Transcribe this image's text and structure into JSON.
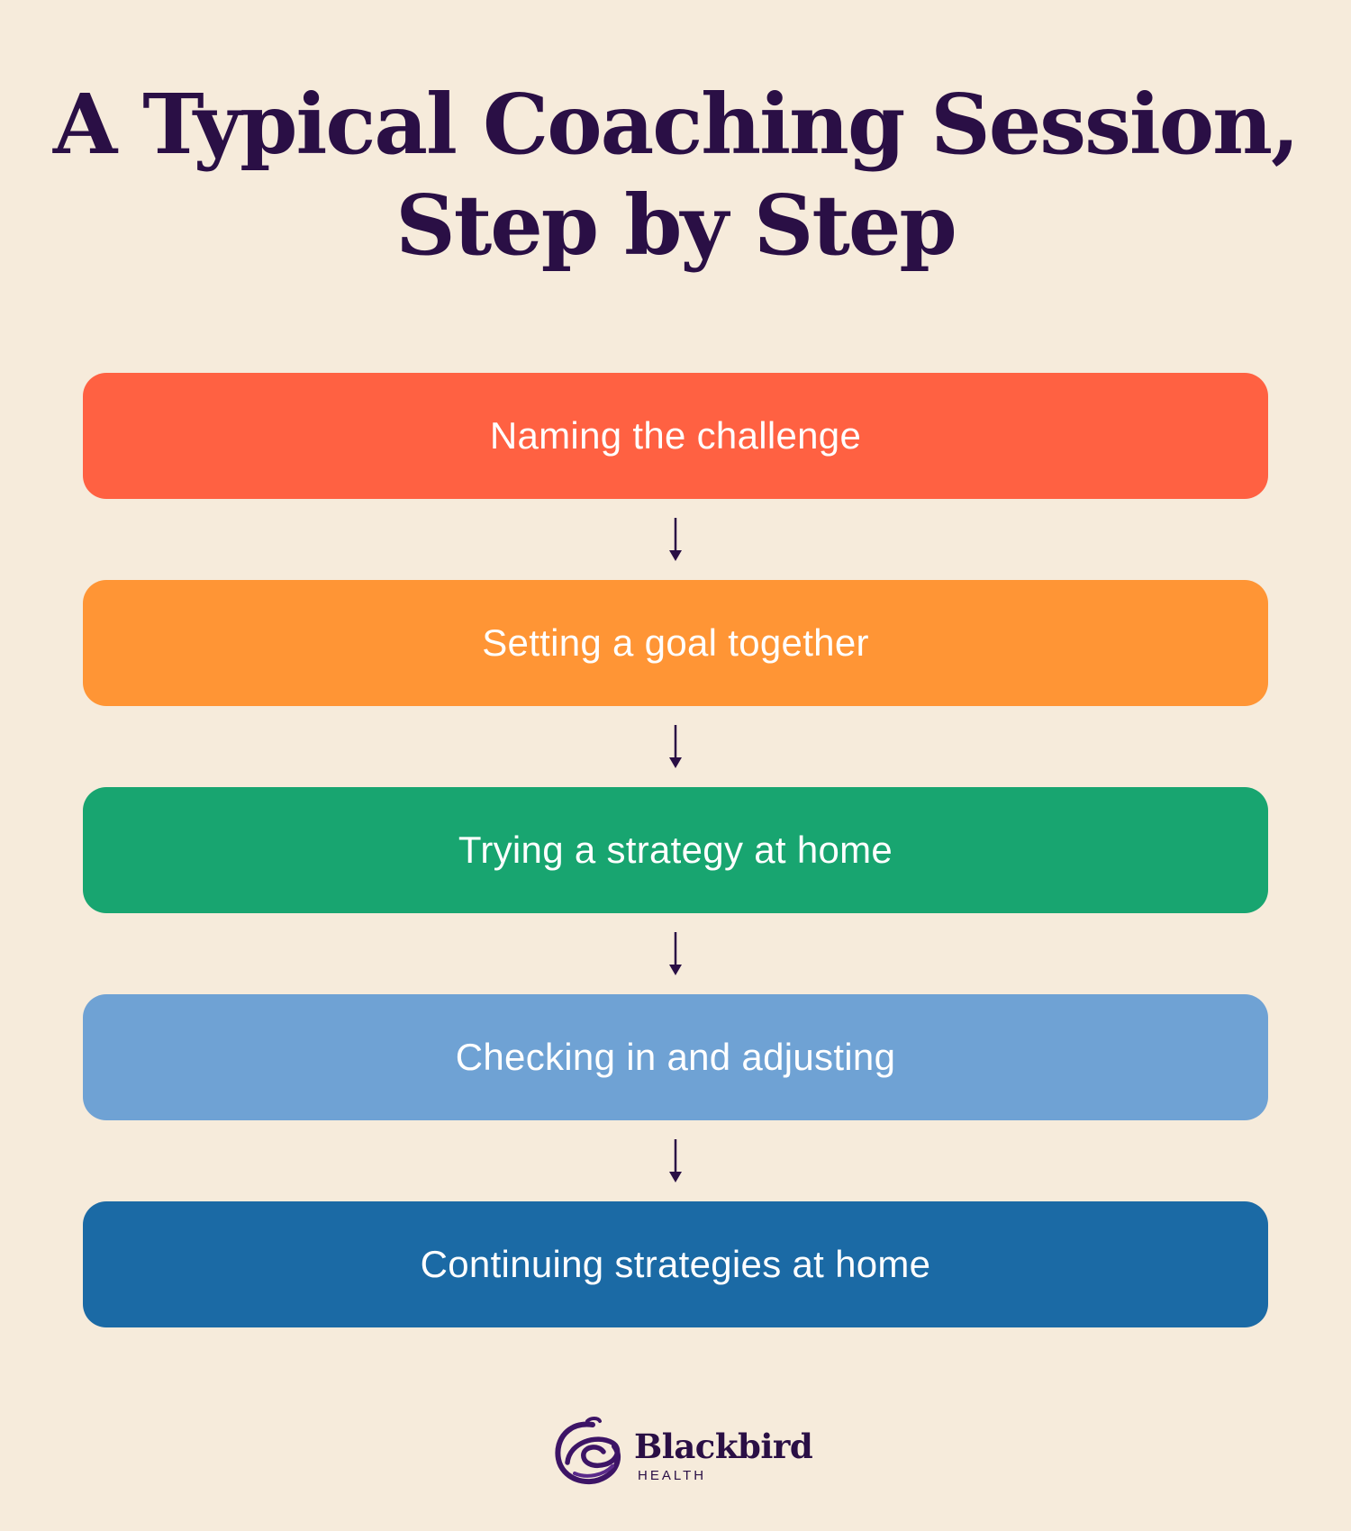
{
  "title": {
    "line1": "A Typical Coaching Session,",
    "line2": "Step by Step"
  },
  "steps": [
    {
      "label": "Naming the challenge",
      "color": "#ff6142"
    },
    {
      "label": "Setting a goal together",
      "color": "#ff9535"
    },
    {
      "label": "Trying a strategy at home",
      "color": "#18a570"
    },
    {
      "label": "Checking in and adjusting",
      "color": "#6fa2d4"
    },
    {
      "label": "Continuing strategies at home",
      "color": "#1b6aa5"
    }
  ],
  "connector_icon": "arrow-down-icon",
  "logo": {
    "icon": "blackbird-swirl-logo",
    "name": "Blackbird",
    "subtitle": "HEALTH"
  },
  "colors": {
    "background": "#f6ebdb",
    "text_dark": "#2a0f45"
  }
}
